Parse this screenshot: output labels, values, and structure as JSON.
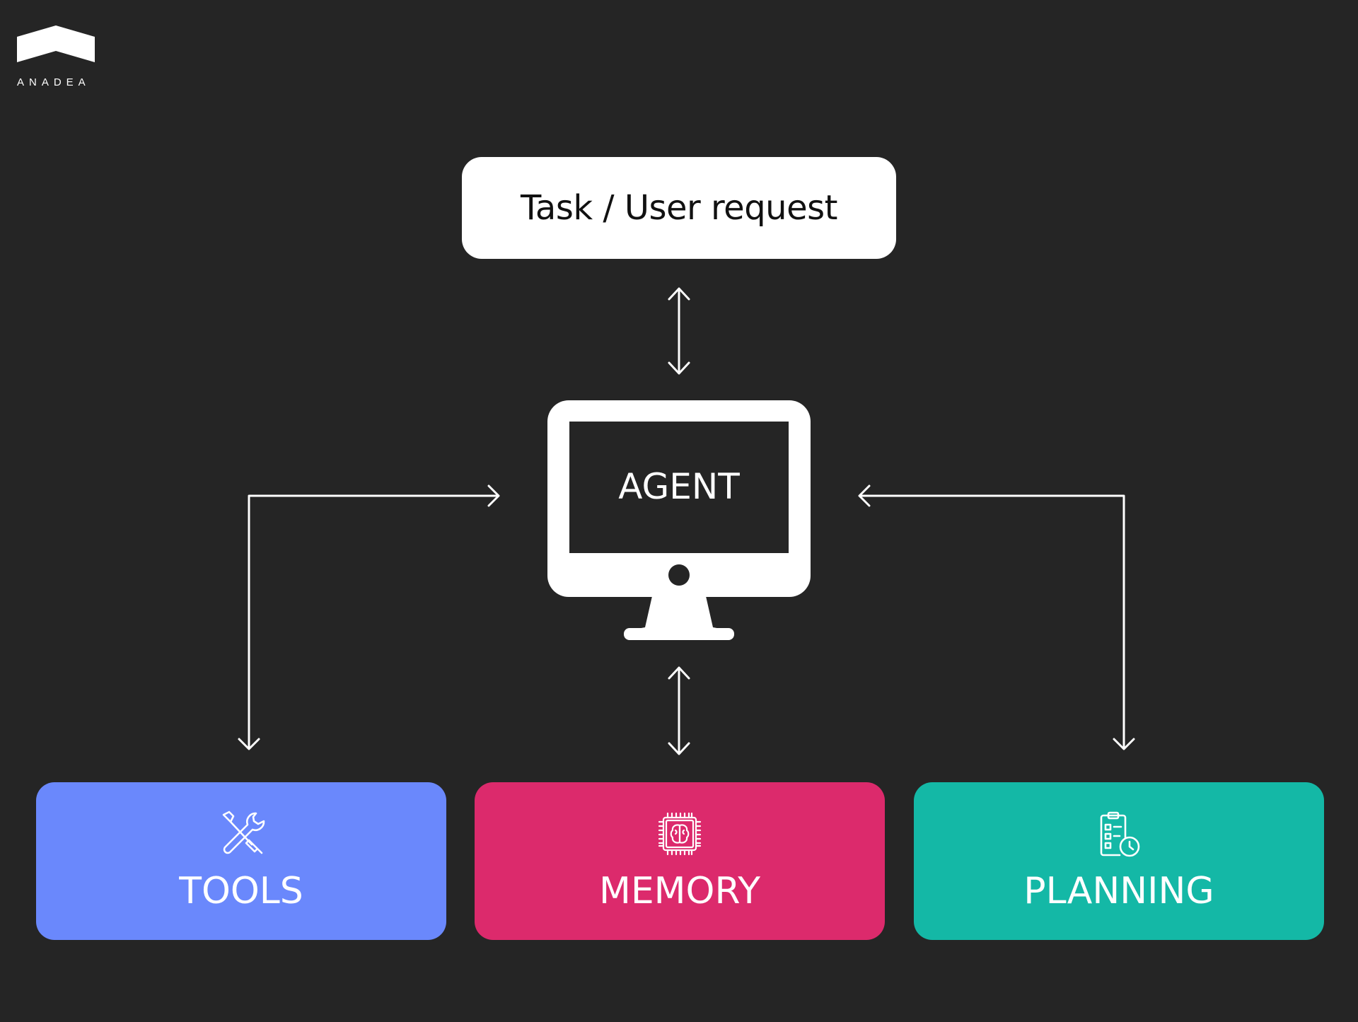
{
  "brand": {
    "name": "ANADEA"
  },
  "task": {
    "label": "Task / User request"
  },
  "agent": {
    "label": "AGENT"
  },
  "modules": [
    {
      "label": "TOOLS",
      "icon": "tools-icon",
      "color": "#6a88fc"
    },
    {
      "label": "MEMORY",
      "icon": "brain-chip-icon",
      "color": "#dc2a6c"
    },
    {
      "label": "PLANNING",
      "icon": "clipboard-clock-icon",
      "color": "#14b8a6"
    }
  ],
  "colors": {
    "background": "#252525",
    "foreground": "#ffffff"
  }
}
